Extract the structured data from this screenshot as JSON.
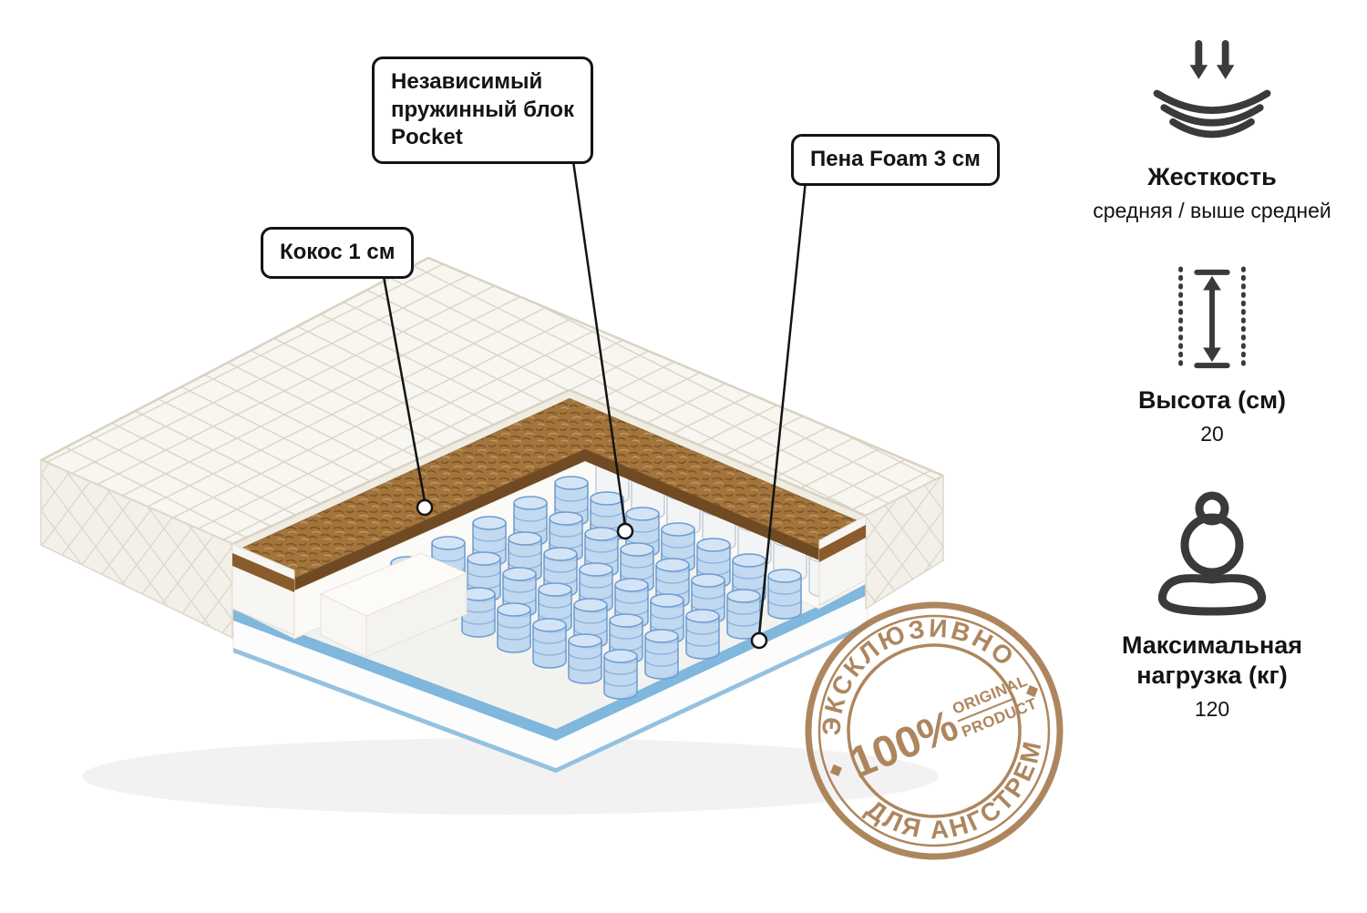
{
  "callouts": {
    "pocket": {
      "label": "Независимый\nпружинный блок\nPocket"
    },
    "foam": {
      "label": "Пена Foam 3 см"
    },
    "coconut": {
      "label": "Кокос 1 см"
    }
  },
  "specs": [
    {
      "id": "firmness",
      "title": "Жесткость",
      "value": "средняя / выше средней"
    },
    {
      "id": "height",
      "title": "Высота (см)",
      "value": "20"
    },
    {
      "id": "max-load",
      "title": "Максимальная нагрузка (кг)",
      "value": "120"
    }
  ],
  "stamp": {
    "arc_top": "ЭКСКЛЮЗИВНО",
    "arc_bottom": "ДЛЯ АНГСТРЕМ",
    "percent": "100%",
    "word1": "ORIGINAL",
    "word2": "PRODUCT"
  },
  "colors": {
    "stamp_brown": "#a87d52",
    "spring_blue": "#b7d3f0",
    "coir_brown": "#a3743c",
    "base_edge_blue": "#7fb7dd",
    "icon_gray": "#3a3a3a",
    "text_black": "#141414"
  }
}
